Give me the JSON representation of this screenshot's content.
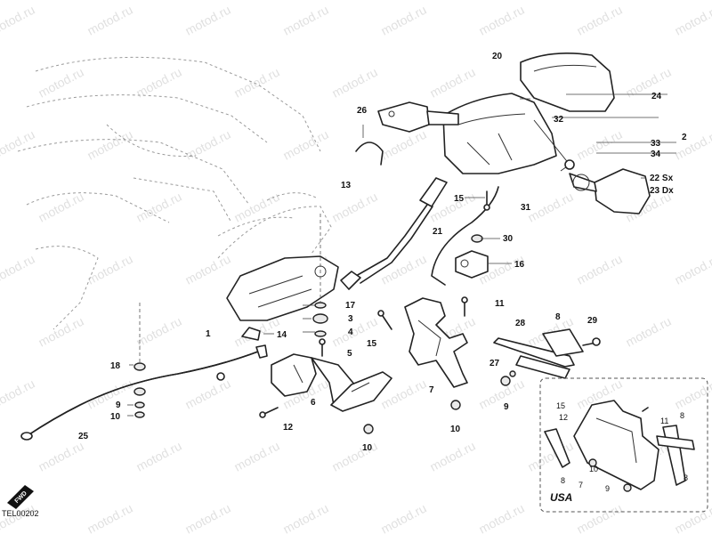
{
  "diagram": {
    "code": "TEL00202",
    "inset_label": "USA",
    "forward_badge": "FWD",
    "watermark": "motod.ru",
    "callouts": {
      "c1": "1",
      "c2": "2",
      "c3": "3",
      "c4": "4",
      "c5": "5",
      "c6": "6",
      "c7": "7",
      "c8": "8",
      "c9": "9",
      "c10": "10",
      "c11": "11",
      "c12": "12",
      "c13": "13",
      "c14": "14",
      "c15": "15",
      "c16": "16",
      "c17": "17",
      "c18": "18",
      "c20": "20",
      "c21": "21",
      "c22": "22 Sx",
      "c23": "23 Dx",
      "c24": "24",
      "c25": "25",
      "c26": "26",
      "c27": "27",
      "c28": "28",
      "c29": "29",
      "c30": "30",
      "c31": "31",
      "c32": "32",
      "c33": "33",
      "c34": "34",
      "i15": "15",
      "i7": "7",
      "i8": "8",
      "i9": "9",
      "i10": "10",
      "i11": "11",
      "i12": "12"
    }
  }
}
